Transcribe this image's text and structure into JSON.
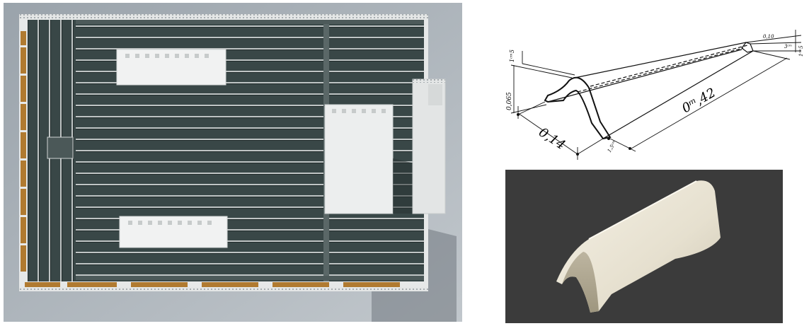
{
  "figure": {
    "left_panel": "roof-plan-render",
    "right_top_panel": "tile-dimension-sketch",
    "right_bottom_panel": "tile-3d-render"
  },
  "sketch_labels": {
    "width": "0,14",
    "length": "0ᵐ,42",
    "height": "0,065",
    "thickness_left": "1ᶜᵐ5",
    "thickness_right": "1ᶜᵐ5",
    "top_right_a": "0,10",
    "top_right_b": "3ᶜᵐ",
    "bottom_thickness": "1,5ᶜᵐ"
  },
  "colors": {
    "roof": "#374545",
    "roof_ridge": "#c9cccc",
    "wall": "#e8eaea",
    "background": "#a9b1b8",
    "wood": "#b07a30",
    "render_bg": "#3b3b3b",
    "tile": "#e9e4d6"
  }
}
